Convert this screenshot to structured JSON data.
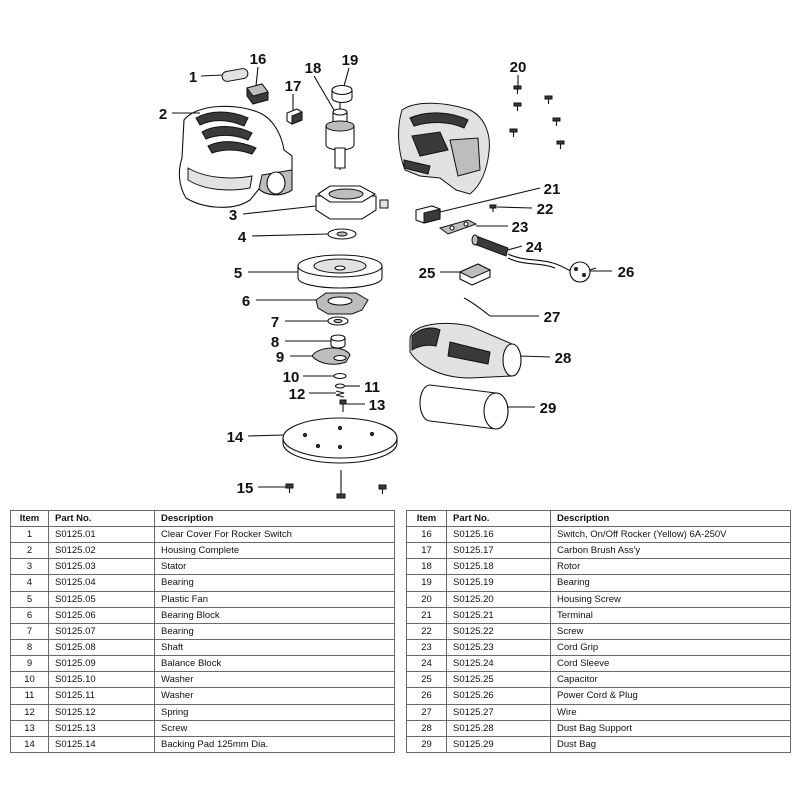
{
  "diagram": {
    "callouts": [
      "1",
      "2",
      "3",
      "4",
      "5",
      "6",
      "7",
      "8",
      "9",
      "10",
      "11",
      "12",
      "13",
      "14",
      "15",
      "16",
      "17",
      "18",
      "19",
      "20",
      "21",
      "22",
      "23",
      "24",
      "25",
      "26",
      "27",
      "28",
      "29"
    ]
  },
  "parts_table": {
    "headers": {
      "item": "Item",
      "part_no": "Part No.",
      "description": "Description"
    },
    "left_rows": [
      {
        "item": "1",
        "part_no": "S0125.01",
        "description": "Clear Cover For Rocker Switch"
      },
      {
        "item": "2",
        "part_no": "S0125.02",
        "description": "Housing Complete"
      },
      {
        "item": "3",
        "part_no": "S0125.03",
        "description": "Stator"
      },
      {
        "item": "4",
        "part_no": "S0125.04",
        "description": "Bearing"
      },
      {
        "item": "5",
        "part_no": "S0125.05",
        "description": "Plastic Fan"
      },
      {
        "item": "6",
        "part_no": "S0125.06",
        "description": "Bearing Block"
      },
      {
        "item": "7",
        "part_no": "S0125.07",
        "description": "Bearing"
      },
      {
        "item": "8",
        "part_no": "S0125.08",
        "description": "Shaft"
      },
      {
        "item": "9",
        "part_no": "S0125.09",
        "description": "Balance Block"
      },
      {
        "item": "10",
        "part_no": "S0125.10",
        "description": "Washer"
      },
      {
        "item": "11",
        "part_no": "S0125.11",
        "description": "Washer"
      },
      {
        "item": "12",
        "part_no": "S0125.12",
        "description": "Spring"
      },
      {
        "item": "13",
        "part_no": "S0125.13",
        "description": "Screw"
      },
      {
        "item": "14",
        "part_no": "S0125.14",
        "description": "Backing Pad 125mm Dia."
      }
    ],
    "right_rows": [
      {
        "item": "16",
        "part_no": "S0125.16",
        "description": "Switch, On/Off Rocker (Yellow) 6A-250V"
      },
      {
        "item": "17",
        "part_no": "S0125.17",
        "description": "Carbon Brush Ass'y"
      },
      {
        "item": "18",
        "part_no": "S0125.18",
        "description": "Rotor"
      },
      {
        "item": "19",
        "part_no": "S0125.19",
        "description": "Bearing"
      },
      {
        "item": "20",
        "part_no": "S0125.20",
        "description": "Housing Screw"
      },
      {
        "item": "21",
        "part_no": "S0125.21",
        "description": "Terminal"
      },
      {
        "item": "22",
        "part_no": "S0125.22",
        "description": "Screw"
      },
      {
        "item": "23",
        "part_no": "S0125.23",
        "description": "Cord Grip"
      },
      {
        "item": "24",
        "part_no": "S0125.24",
        "description": "Cord Sleeve"
      },
      {
        "item": "25",
        "part_no": "S0125.25",
        "description": "Capacitor"
      },
      {
        "item": "26",
        "part_no": "S0125.26",
        "description": "Power Cord & Plug"
      },
      {
        "item": "27",
        "part_no": "S0125.27",
        "description": "Wire"
      },
      {
        "item": "28",
        "part_no": "S0125.28",
        "description": "Dust Bag Support"
      },
      {
        "item": "29",
        "part_no": "S0125.29",
        "description": "Dust Bag"
      }
    ]
  }
}
